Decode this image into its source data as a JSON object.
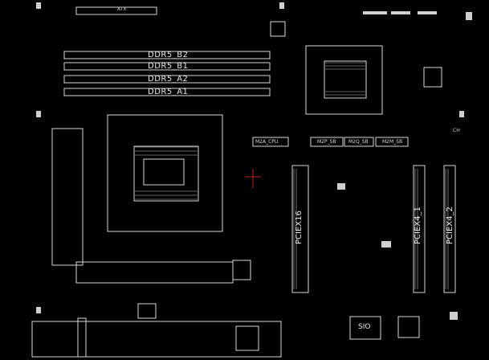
{
  "board": {
    "connector_top": "ATX",
    "memory_slots": [
      {
        "label": "DDR5_B2"
      },
      {
        "label": "DDR5_B1"
      },
      {
        "label": "DDR5_A2"
      },
      {
        "label": "DDR5_A1"
      }
    ],
    "m2_labels": {
      "m2a": "M2A_CPU",
      "m2p": "M2P_SB",
      "m2q": "M2Q_SB",
      "m2m": "M2M_SB"
    },
    "pcie_slots": {
      "x16": "PCIEX16",
      "x4_1": "PCIEX4_1",
      "x4_2": "PCIEX4_2"
    },
    "sio_label": "SIO",
    "misc_label": "CH",
    "colors": {
      "background": "#000000",
      "trace": "#d9d9d9",
      "accent_red": "#c02020"
    }
  }
}
